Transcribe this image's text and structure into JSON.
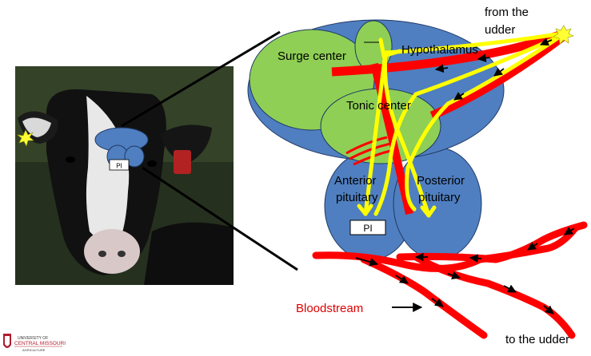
{
  "labels": {
    "from_udder": [
      "from the",
      "udder"
    ],
    "surge_center": "Surge center",
    "hypothalamus": "Hypothalamus",
    "tonic_center": "Tonic center",
    "anterior_pituitary": [
      "Anterior",
      "pituitary"
    ],
    "posterior_pituitary": [
      "Posterior",
      "pituitary"
    ],
    "pi_box": "PI",
    "pi_box_small": "PI",
    "bloodstream": "Bloodstream",
    "to_udder": "to the udder"
  },
  "logo": {
    "line1": "UNIVERSITY OF",
    "line2": "CENTRAL MISSOURI",
    "line3": "AGRICULTURE"
  },
  "colors": {
    "brain_blue": "#4f7fc0",
    "center_green": "#8fcf55",
    "nerve_yellow": "#ffff00",
    "vessel_red": "#ff0000",
    "bloodstream_text": "#e00000",
    "outline": "#1f3864"
  }
}
